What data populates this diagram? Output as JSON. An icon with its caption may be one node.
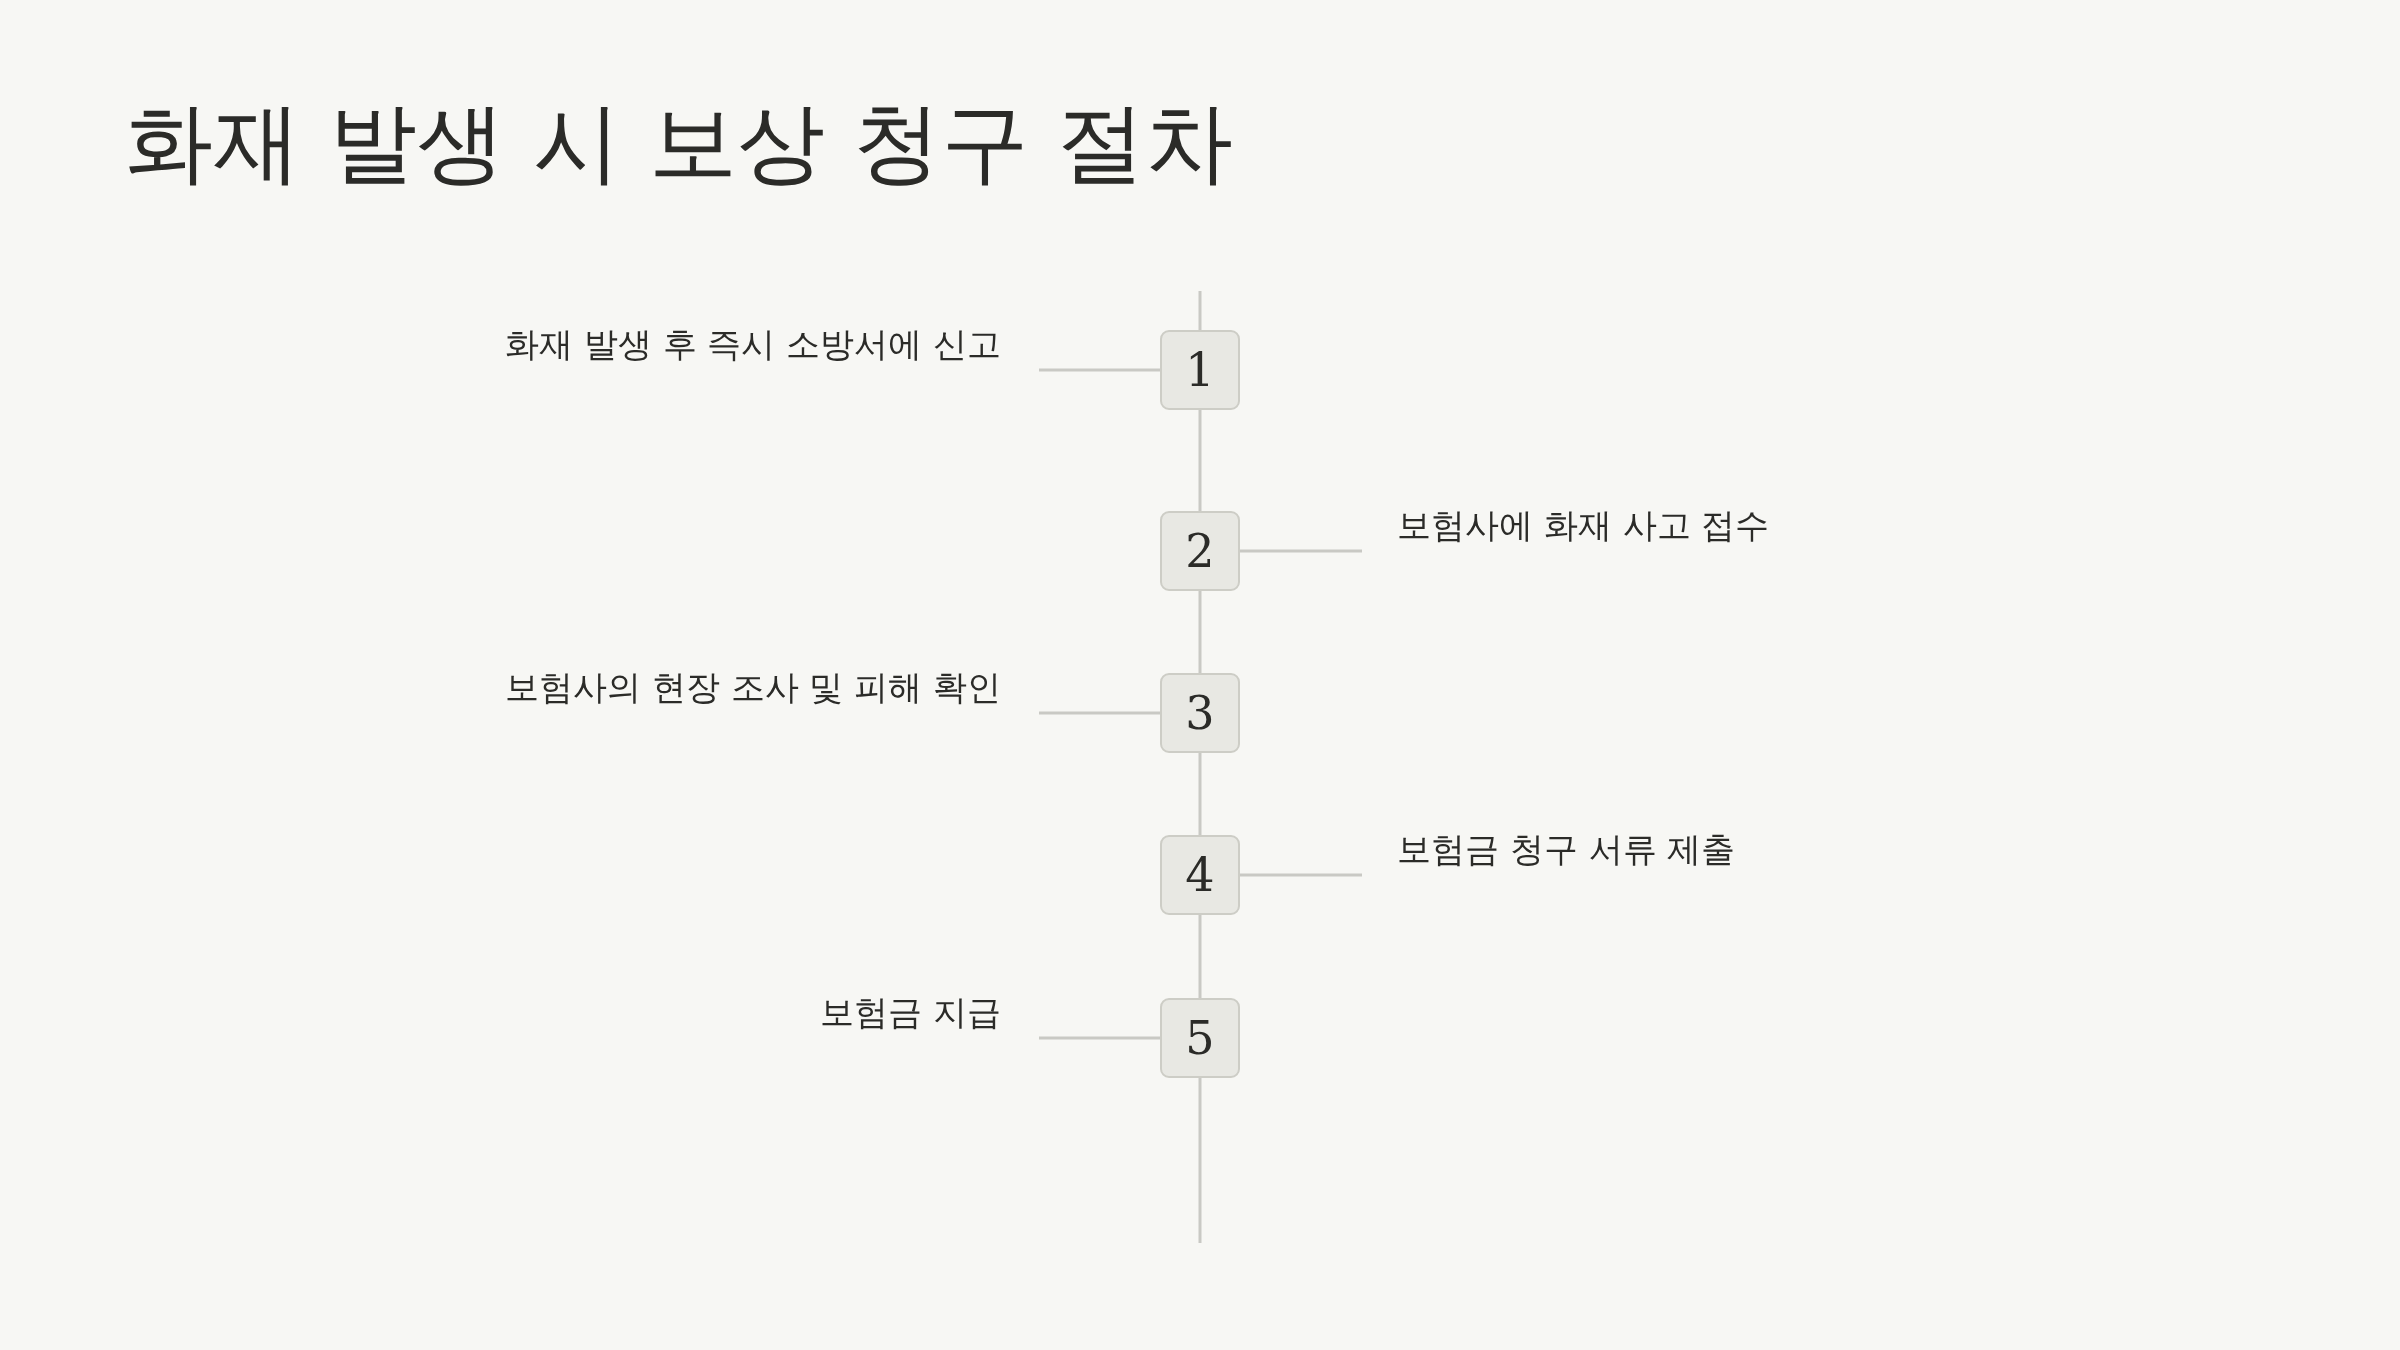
{
  "diagram": {
    "title": "화재 발생 시 보상 청구 절차",
    "nodes": [
      {
        "text": [
          "1"
        ]
      },
      {
        "text": [
          "화재 발생 후 즉시 소방서에 신고"
        ]
      },
      {
        "text": [
          "2"
        ]
      },
      {
        "text": [
          "보험사에 화재 사고 접수"
        ]
      },
      {
        "text": [
          "3"
        ]
      },
      {
        "text": [
          "보험사의 현장 조사 및 피해 확인"
        ]
      },
      {
        "text": [
          "4"
        ]
      },
      {
        "text": [
          "보험금 청구 서류 제출"
        ]
      },
      {
        "text": [
          "5"
        ]
      },
      {
        "text": [
          "보험금 지급"
        ]
      }
    ],
    "edges": [
      {
        "from": 1,
        "to": 0,
        "arrow": "none"
      },
      {
        "from": 0,
        "to": 2,
        "arrow": "none"
      },
      {
        "from": 2,
        "to": 3,
        "arrow": "none"
      },
      {
        "from": 2,
        "to": 4,
        "arrow": "none"
      },
      {
        "from": 5,
        "to": 4,
        "arrow": "none"
      },
      {
        "from": 4,
        "to": 6,
        "arrow": "none"
      },
      {
        "from": 6,
        "to": 7,
        "arrow": "none"
      },
      {
        "from": 6,
        "to": 8,
        "arrow": "none"
      },
      {
        "from": 9,
        "to": 8,
        "arrow": "none"
      }
    ]
  }
}
